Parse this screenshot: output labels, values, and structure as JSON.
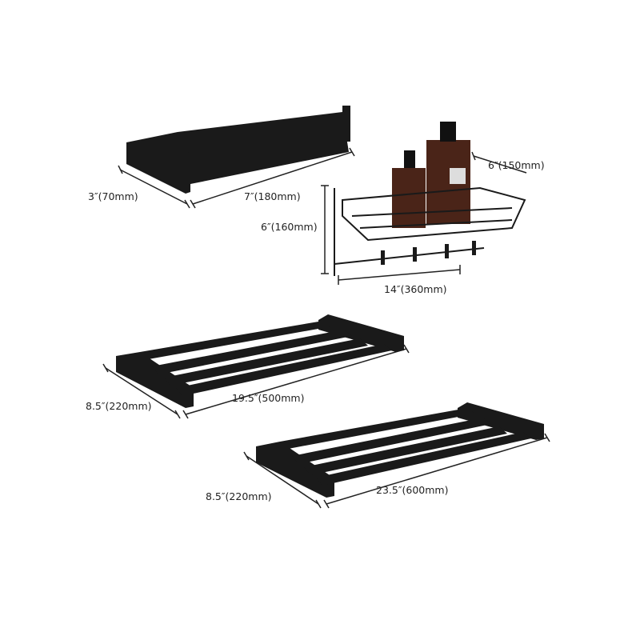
{
  "products": [
    {
      "name": "toilet-paper-holder",
      "dimensions": [
        "3″(70mm)",
        "7″(180mm)"
      ]
    },
    {
      "name": "shower-basket-with-hooks",
      "dimensions": [
        "6″(150mm)",
        "6″(160mm)",
        "14″(360mm)"
      ]
    },
    {
      "name": "towel-rack-small",
      "dimensions": [
        "8.5″(220mm)",
        "19.5″(500mm)"
      ]
    },
    {
      "name": "towel-rack-large",
      "dimensions": [
        "8.5″(220mm)",
        "23.5″(600mm)"
      ]
    }
  ],
  "colors": {
    "product": "#1a1a1a",
    "bottle": "#4a2418",
    "dimension_line": "#222222"
  }
}
